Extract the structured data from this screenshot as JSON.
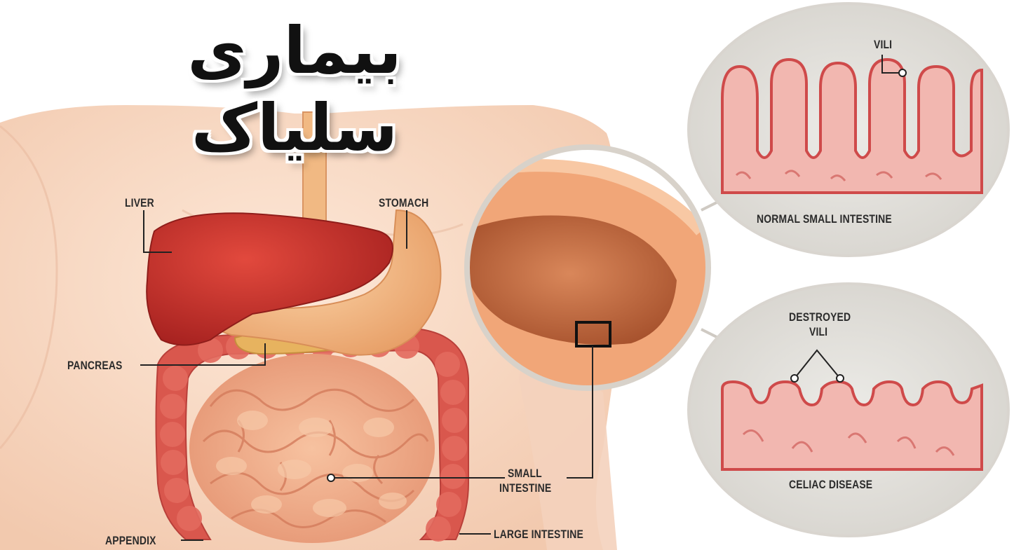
{
  "title": "بیماری سلیاک",
  "labels": {
    "liver": "LIVER",
    "stomach": "STOMACH",
    "pancreas": "PANCREAS",
    "small_intestine_line1": "SMALL",
    "small_intestine_line2": "INTESTINE",
    "appendix": "APPENDIX",
    "large_intestine": "LARGE INTESTINE",
    "vili": "VILI",
    "normal_small_intestine": "NORMAL SMALL INTESTINE",
    "destroyed_vili_line1": "DESTROYED",
    "destroyed_vili_line2": "VILI",
    "celiac_disease": "CELIAC DISEASE"
  },
  "colors": {
    "skin": "#f9dcc8",
    "liver": "#c8322b",
    "stomach": "#f3b27a",
    "intestine": "#f0a882",
    "large_intestine": "#d9574d",
    "mucosa": "#f2b7b0",
    "vili_border": "#cf4a4a",
    "inset_bg": "#e4e1dc"
  }
}
